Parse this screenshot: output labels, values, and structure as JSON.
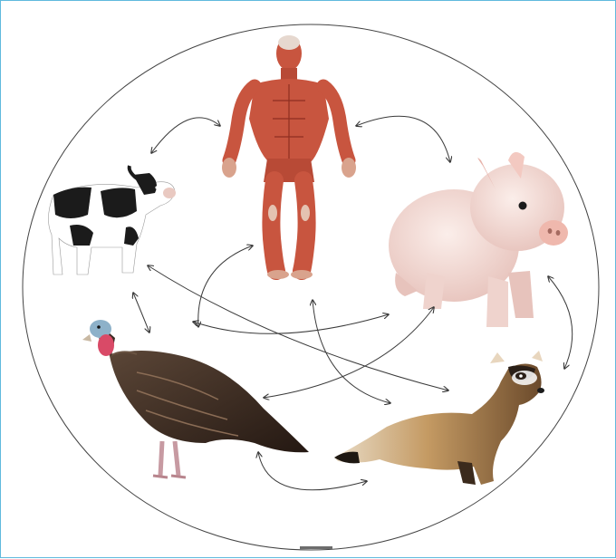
{
  "diagram": {
    "colors": {
      "frame_border": "#5fb9dd",
      "circle_stroke": "#444444",
      "arrow_stroke": "#3a3a3a",
      "human_muscle": "#c8553f",
      "pig_skin": "#f1d8d3",
      "cow_black": "#1b1b1b",
      "turkey_body": "#3b2a22",
      "turkey_wattle": "#d94a67",
      "ferret_fur": "#b98a55"
    },
    "nodes": [
      {
        "id": "human",
        "icon": "human-anatomy-icon"
      },
      {
        "id": "cow",
        "icon": "cow-icon"
      },
      {
        "id": "pig",
        "icon": "pig-icon"
      },
      {
        "id": "turkey",
        "icon": "turkey-icon"
      },
      {
        "id": "ferret",
        "icon": "ferret-icon"
      }
    ],
    "links": [
      [
        "human",
        "cow"
      ],
      [
        "human",
        "pig"
      ],
      [
        "cow",
        "turkey"
      ],
      [
        "pig",
        "ferret"
      ],
      [
        "turkey",
        "ferret"
      ],
      [
        "cow",
        "ferret"
      ],
      [
        "cow",
        "pig"
      ],
      [
        "human",
        "turkey"
      ],
      [
        "human",
        "ferret"
      ],
      [
        "turkey",
        "pig"
      ]
    ]
  }
}
